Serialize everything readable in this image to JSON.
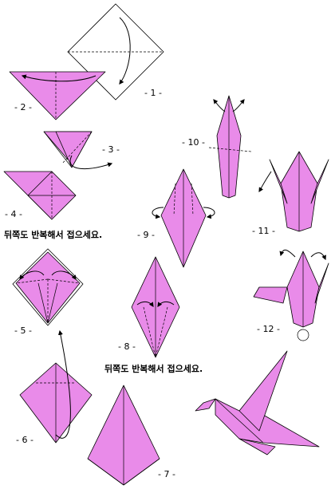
{
  "steps": [
    {
      "label": "- 1 -"
    },
    {
      "label": "- 2 -"
    },
    {
      "label": "- 3 -"
    },
    {
      "label": "- 4 -"
    },
    {
      "label": "- 5 -"
    },
    {
      "label": "- 6 -"
    },
    {
      "label": "- 7 -"
    },
    {
      "label": "- 8 -"
    },
    {
      "label": "- 9 -"
    },
    {
      "label": "- 10 -"
    },
    {
      "label": "- 11 -"
    },
    {
      "label": "- 12 -"
    }
  ],
  "notes": [
    "뒤쪽도 반복해서 접으세요.",
    "뒤쪽도 반복해서 접으세요."
  ],
  "colors": {
    "paper": "#e98be9",
    "line": "#000000",
    "background": "#ffffff"
  }
}
